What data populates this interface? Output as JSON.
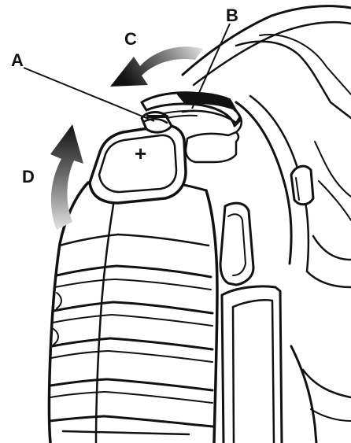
{
  "diagram": {
    "callouts": {
      "a": "A",
      "b": "B",
      "c": "C",
      "d": "D"
    },
    "marking": "+",
    "colors": {
      "ink": "#111111",
      "paper": "#ffffff",
      "arrow_dark": "#1a1a1a",
      "arrow_light": "#c8c8c8"
    }
  }
}
